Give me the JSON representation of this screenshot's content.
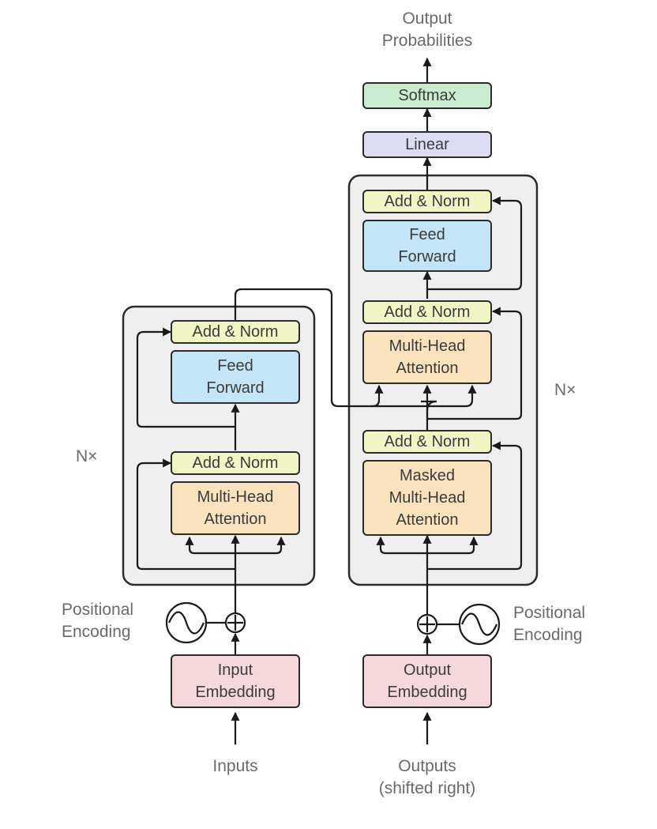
{
  "output_probabilities": "Output\nProbabilities",
  "softmax": "Softmax",
  "linear": "Linear",
  "encoder": {
    "add_norm_top": "Add & Norm",
    "feed_forward": "Feed\nForward",
    "add_norm_bottom": "Add & Norm",
    "multi_head_attention": "Multi-Head\nAttention",
    "repeat_label": "N×",
    "positional_encoding": "Positional\nEncoding",
    "input_embedding": "Input\nEmbedding",
    "inputs": "Inputs"
  },
  "decoder": {
    "add_norm_top": "Add & Norm",
    "feed_forward": "Feed\nForward",
    "add_norm_middle": "Add & Norm",
    "multi_head_attention": "Multi-Head\nAttention",
    "add_norm_bottom": "Add & Norm",
    "masked_multi_head_attention": "Masked\nMulti-Head\nAttention",
    "repeat_label": "N×",
    "positional_encoding": "Positional\nEncoding",
    "output_embedding": "Output\nEmbedding",
    "outputs": "Outputs\n(shifted right)"
  }
}
